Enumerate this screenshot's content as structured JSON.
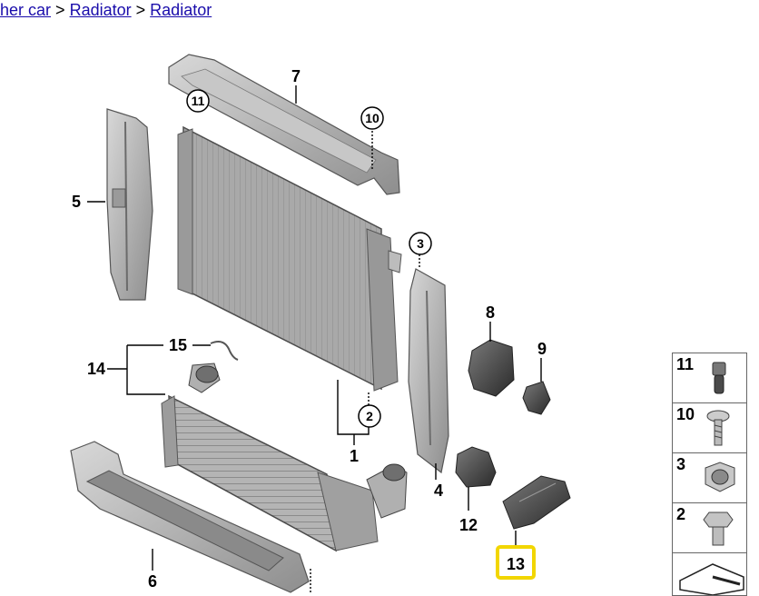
{
  "breadcrumb": {
    "items": [
      {
        "label": "her car"
      },
      {
        "label": "Radiator"
      },
      {
        "label": "Radiator"
      }
    ],
    "separator": ">"
  },
  "diagram": {
    "callouts": [
      {
        "id": "1",
        "label": "1"
      },
      {
        "id": "2",
        "label": "2"
      },
      {
        "id": "3",
        "label": "3"
      },
      {
        "id": "4",
        "label": "4"
      },
      {
        "id": "5",
        "label": "5"
      },
      {
        "id": "6",
        "label": "6"
      },
      {
        "id": "7",
        "label": "7"
      },
      {
        "id": "8",
        "label": "8"
      },
      {
        "id": "9",
        "label": "9"
      },
      {
        "id": "10",
        "label": "10"
      },
      {
        "id": "11",
        "label": "11"
      },
      {
        "id": "12",
        "label": "12"
      },
      {
        "id": "13",
        "label": "13"
      },
      {
        "id": "14",
        "label": "14"
      },
      {
        "id": "15",
        "label": "15"
      }
    ],
    "highlight_color": "#f2d600"
  },
  "sidebar": {
    "items": [
      {
        "number": "11"
      },
      {
        "number": "10"
      },
      {
        "number": "3"
      },
      {
        "number": "2"
      }
    ]
  }
}
